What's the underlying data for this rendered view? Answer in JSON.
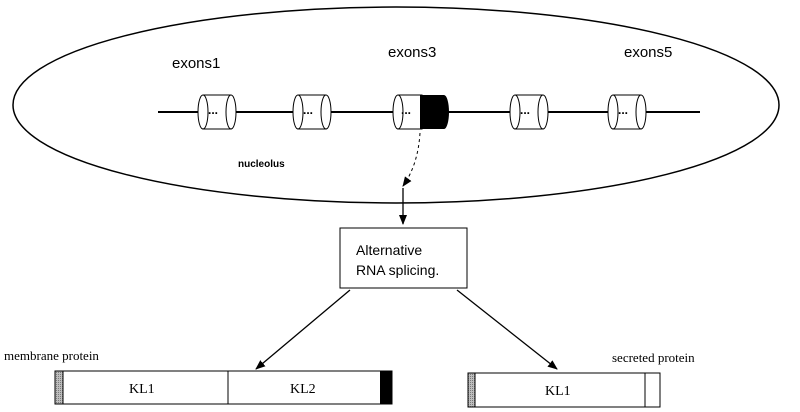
{
  "nucleus": {
    "exon_labels": [
      "exons1",
      "exons3",
      "exons5"
    ],
    "nucleolus_label": "nucleolus",
    "dots": "...",
    "colors": {
      "outline": "#000000",
      "highlighted_exon": "#000000"
    }
  },
  "splicing_box": {
    "line1": "Alternative",
    "line2": "RNA splicing."
  },
  "membrane_protein": {
    "label": "membrane protein",
    "domains": [
      "KL1",
      "KL2"
    ]
  },
  "secreted_protein": {
    "label": "secreted protein",
    "domains": [
      "KL1"
    ]
  }
}
